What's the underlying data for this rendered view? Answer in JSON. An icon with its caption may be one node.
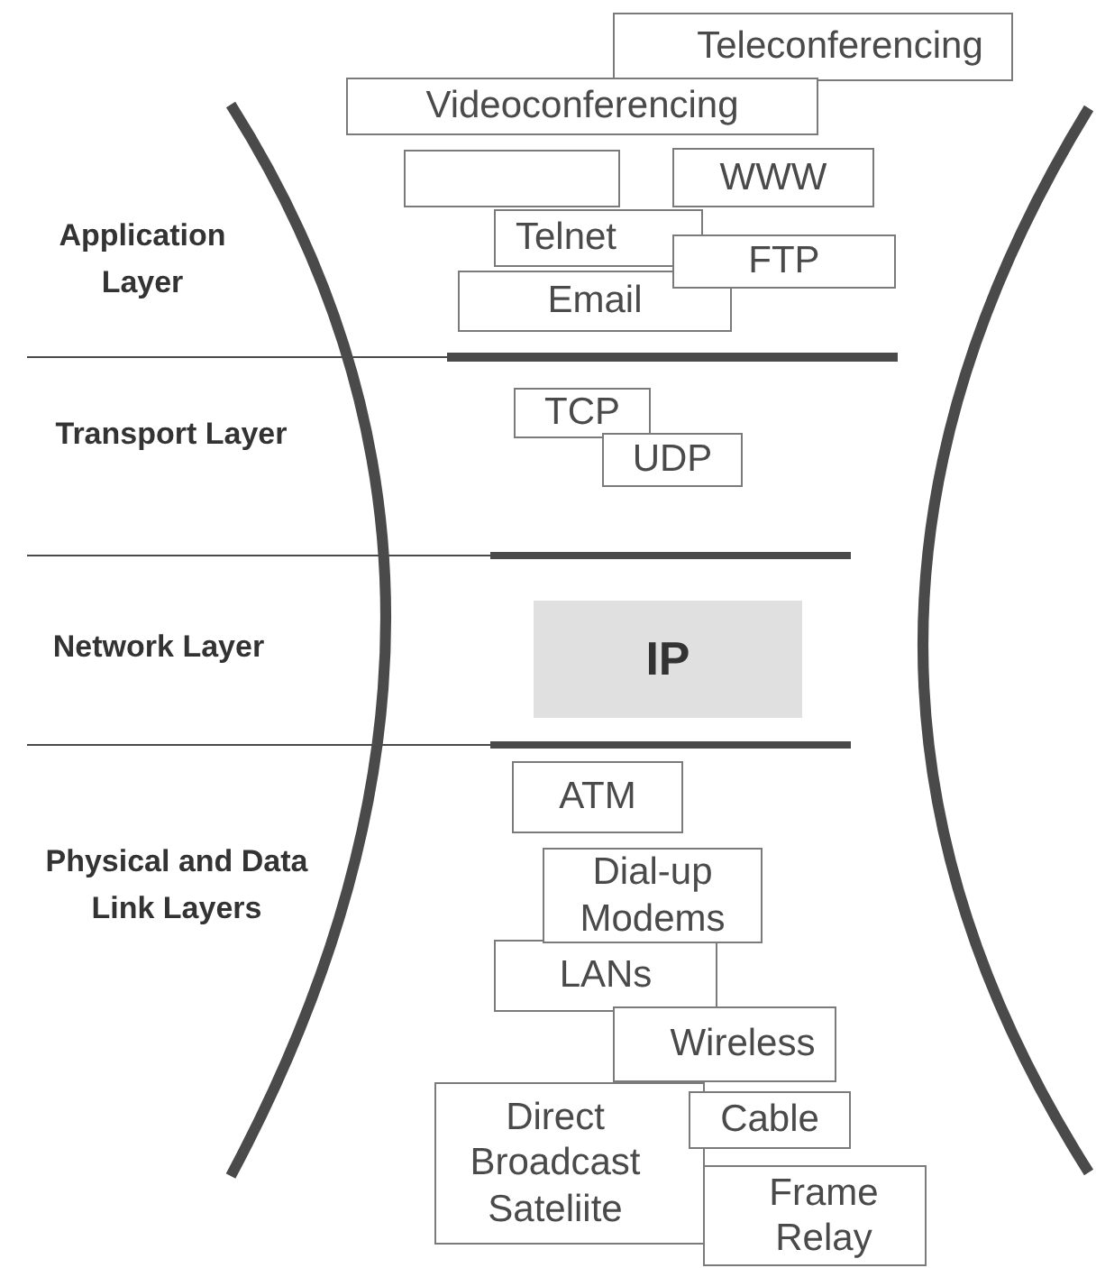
{
  "diagram": {
    "nodes": [
      {
        "text": [
          "Teleconferencing"
        ]
      },
      {
        "text": [
          "Videoconferencing"
        ]
      },
      {
        "text": [],
        "shape": "box"
      },
      {
        "text": [
          "WWW"
        ]
      },
      {
        "text": [
          "Telnet"
        ]
      },
      {
        "text": [
          "FTP"
        ]
      },
      {
        "text": [
          "Email"
        ]
      },
      {
        "text": [
          "TCP"
        ]
      },
      {
        "text": [
          "UDP"
        ]
      },
      {
        "text": [
          "IP"
        ]
      },
      {
        "text": [
          "ATM"
        ]
      },
      {
        "text": [
          "Dial-up Modems"
        ]
      },
      {
        "text": [
          "LANs"
        ]
      },
      {
        "text": [
          "Wireless"
        ]
      },
      {
        "text": [
          "Direct Broadcast Sateliite"
        ]
      },
      {
        "text": [
          "Cable"
        ]
      },
      {
        "text": [
          "Frame Relay"
        ]
      }
    ],
    "labels": [
      "Application Layer",
      "Transport Layer",
      "Network Layer",
      "Physical and Data Link Layers"
    ]
  }
}
